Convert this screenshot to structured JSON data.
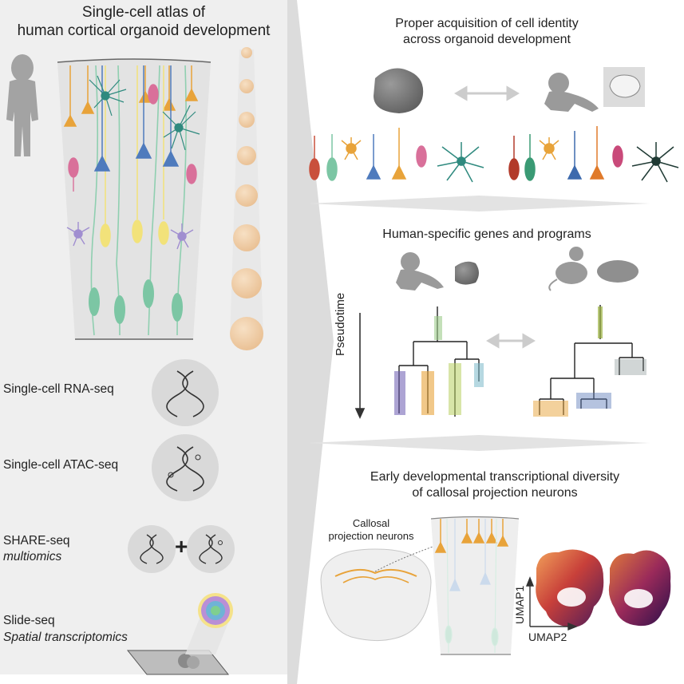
{
  "left_panel": {
    "title_line1": "Single-cell atlas of",
    "title_line2": "human cortical organoid development",
    "methods": [
      {
        "name": "Single-cell RNA-seq",
        "subtitle": ""
      },
      {
        "name": "Single-cell ATAC-seq",
        "subtitle": ""
      },
      {
        "name": "SHARE-seq",
        "subtitle": "multiomics"
      },
      {
        "name": "Slide-seq",
        "subtitle": "Spatial transcriptomics"
      }
    ],
    "plus_sign": "+"
  },
  "right_panel": {
    "section1": {
      "title_line1": "Proper acquisition of cell identity",
      "title_line2": "across organoid development"
    },
    "section2": {
      "title": "Human-specific genes and programs",
      "axis_label": "Pseudotime"
    },
    "section3": {
      "title_line1": "Early developmental transcriptional diversity",
      "title_line2": "of callosal projection neurons",
      "callout_line1": "Callosal",
      "callout_line2": "projection neurons",
      "umap_y": "UMAP1",
      "umap_x": "UMAP2"
    }
  },
  "colors": {
    "panel_bg": "#ededed",
    "divider": "#d9d9d9",
    "cell_orange": "#e8a33a",
    "cell_teal": "#2f8a7f",
    "cell_blue": "#4f7bbd",
    "cell_pink": "#d9709a",
    "cell_yellow": "#f2e27a",
    "cell_green": "#7cc6a4",
    "cell_purple": "#a08ed0",
    "cell_red": "#c9503c",
    "organoid": "#f0d0a8",
    "silhouette": "#9a9a9a"
  }
}
